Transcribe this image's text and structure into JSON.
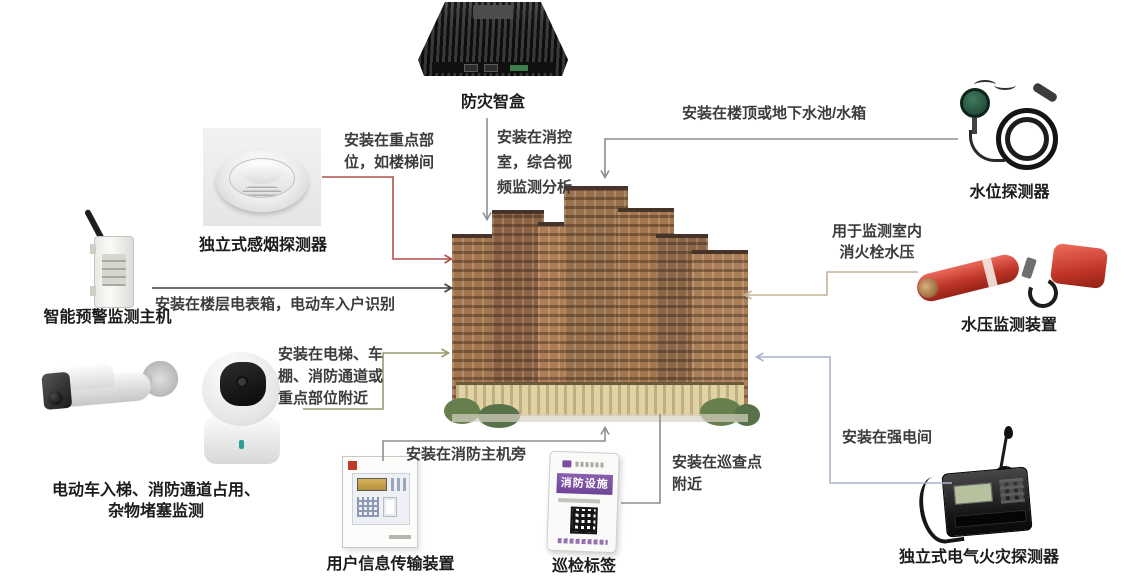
{
  "devices": {
    "smart_box": {
      "label": "防灾智盒"
    },
    "smoke_detector": {
      "label": "独立式感烟探测器"
    },
    "warning_host": {
      "label": "智能预警监测主机"
    },
    "cameras": {
      "label": "电动车入梯、消防通道占用、\n杂物堵塞监测"
    },
    "water_level": {
      "label": "水位探测器"
    },
    "water_pressure": {
      "label": "水压监测装置"
    },
    "electrical_fire": {
      "label": "独立式电气火灾探测器"
    },
    "transmission": {
      "label": "用户信息传输装置"
    },
    "patrol_tag": {
      "label": "巡检标签",
      "band_text": "消防设施"
    }
  },
  "annotations": {
    "console_room": "安装在消控\n室，综合视\n频监测分析",
    "key_parts": "安装在重点部\n位，如楼梯间",
    "roof_tank": "安装在楼顶或地下水池/水箱",
    "hydrant_pressure": "用于监测室内\n消火栓水压",
    "meter_box": "安装在楼层电表箱，电动车入户识别",
    "elevator_shed": "安装在电梯、车\n棚、消防通道或\n重点部位附近",
    "fire_host": "安装在消防主机旁",
    "patrol_point": "安装在巡查点\n附近",
    "power_room": "安装在强电间"
  },
  "colors": {
    "arrow_red": "#b0504c",
    "arrow_black": "#404040",
    "arrow_olive": "#9a9a6e",
    "arrow_gray": "#8e8e8e",
    "arrow_tan": "#c5b295",
    "arrow_blue": "#a9b3cb",
    "tag_purple": "#7b4fa0"
  }
}
